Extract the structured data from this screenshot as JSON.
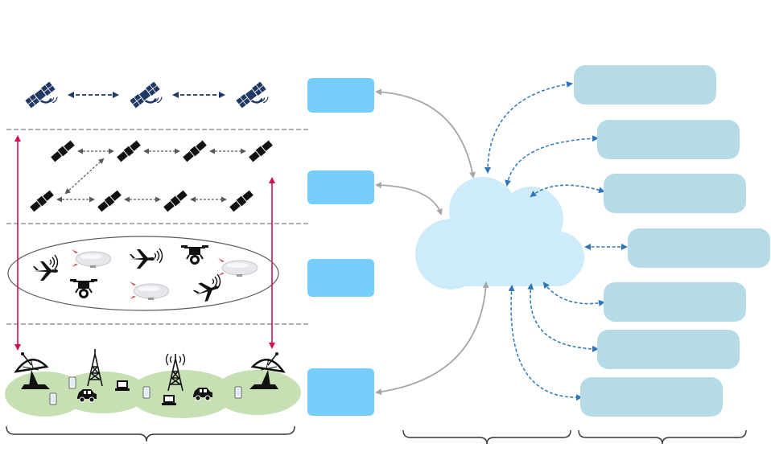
{
  "colors": {
    "layer_box": "#75CEFA",
    "service_box": "#B4DBE6",
    "cloud": "#CDEBFB",
    "ground": "#C6E0B4",
    "satellite": "#1F3864",
    "red_link": "#D0104C",
    "gray_link": "#A6A6A6",
    "blue_link": "#2E75B6",
    "divider": "#7F7F7F"
  },
  "layers": [
    "space-geo",
    "space-leo",
    "air",
    "ground"
  ],
  "icons": [
    "satellite-icon",
    "drone-icon",
    "airship-icon",
    "airplane-icon",
    "cell-tower-icon",
    "dish-antenna-icon",
    "car-icon",
    "phone-icon",
    "laptop-icon",
    "cloud-icon"
  ],
  "service_boxes": 7,
  "layer_boxes": 4,
  "braces": 3
}
